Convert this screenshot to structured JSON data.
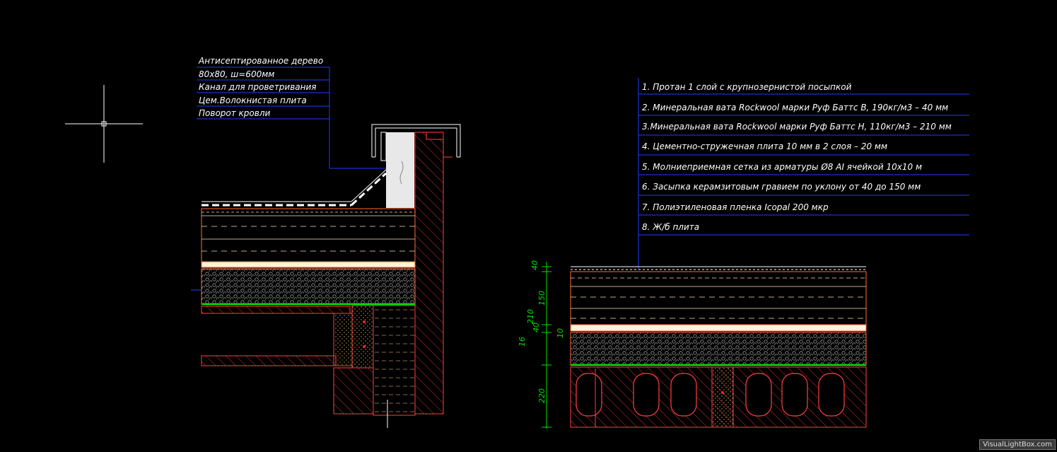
{
  "left_labels": [
    "Антисептированное дерево",
    "80х80,  ш=600мм",
    "Канал для проветривания",
    "Цем.Волокнистая плита",
    "Поворот кровли"
  ],
  "legend": [
    "1.  Протан 1 слой с крупнозернистой посыпкой",
    "2.  Минеральная вата Rockwool марки Руф Баттс В, 190кг/м3 – 40 мм",
    "3.Минеральная вата Rockwool марки Руф Баттс Н, 110кг/м3 – 210 мм",
    "4.  Цементно-стружечная плита 10 мм в 2 слоя  – 20 мм",
    "5.  Молниеприемная сетка из арматуры  Ø8 AI  ячейкой 10х10 м",
    "6.  Засыпка керамзитовым гравием по уклону от 40 до 150 мм",
    "7.  Полиэтиленовая пленка Icopal 200 мкр",
    "8.  Ж/б плита"
  ],
  "dimensions": [
    "40",
    "150",
    "210",
    "40",
    "10",
    "16",
    "220"
  ],
  "watermark": "VisualLightBox.com",
  "colors": {
    "background": "#000000",
    "hatch": "#ff3b3b",
    "membrane": "#00e000",
    "leader": "#1f3bff",
    "gravel": "#c8a060"
  }
}
